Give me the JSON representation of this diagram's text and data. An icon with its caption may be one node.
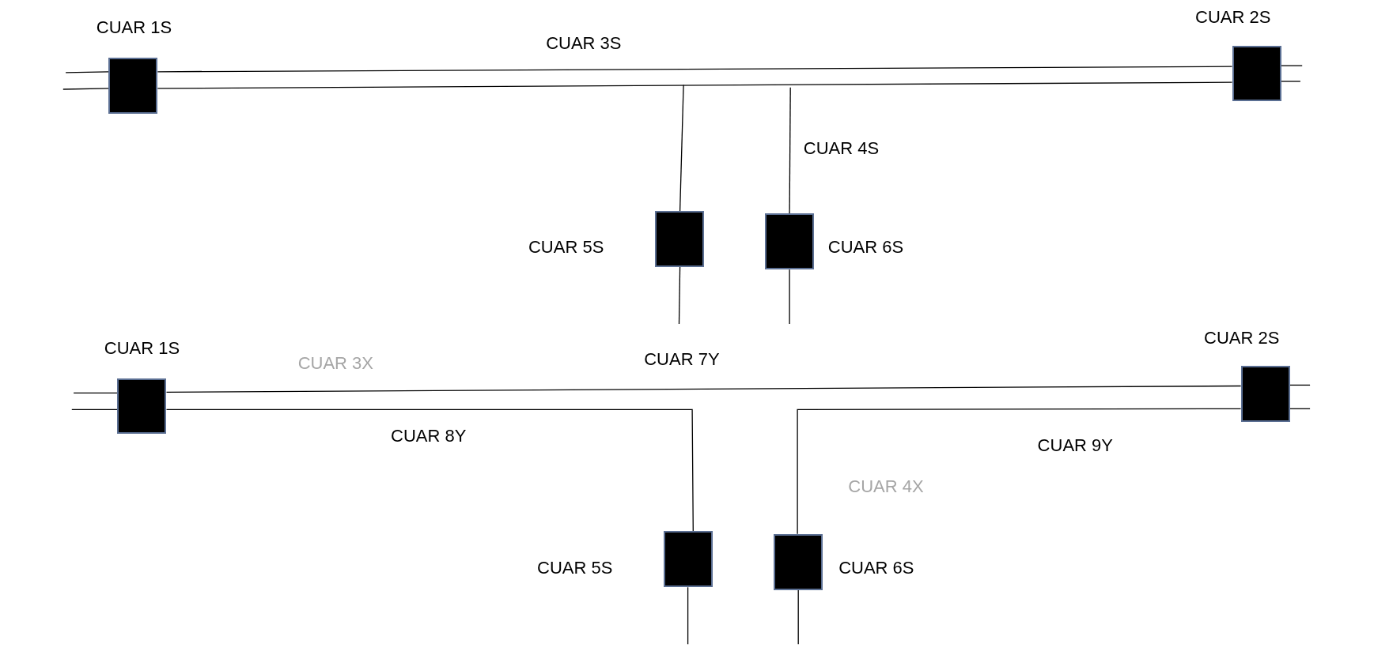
{
  "diagram": {
    "nodes": [
      {
        "text": [],
        "shape": "box",
        "beside": [
          "CUAR 1S"
        ]
      },
      {
        "text": [],
        "shape": "box",
        "beside": [
          "CUAR 2S"
        ]
      },
      {
        "text": [],
        "shape": "box",
        "beside": [
          "CUAR 5S"
        ]
      },
      {
        "text": [],
        "shape": "box",
        "beside": [
          "CUAR 6S"
        ]
      },
      {
        "text": [],
        "shape": "box",
        "beside": [
          "CUAR 1S"
        ]
      },
      {
        "text": [],
        "shape": "box",
        "beside": [
          "CUAR 2S"
        ]
      },
      {
        "text": [],
        "shape": "box",
        "beside": [
          "CUAR 5S"
        ]
      },
      {
        "text": [],
        "shape": "box",
        "beside": [
          "CUAR 6S"
        ]
      }
    ],
    "edges": [
      {
        "from": null,
        "to": 0,
        "arrow": "none"
      },
      {
        "from": null,
        "to": 0,
        "arrow": "none"
      },
      {
        "from": 0,
        "to": 1,
        "arrow": "none"
      },
      {
        "from": 0,
        "to": 1,
        "arrow": "none"
      },
      {
        "from": 1,
        "to": null,
        "arrow": "none"
      },
      {
        "from": 1,
        "to": null,
        "arrow": "none"
      },
      {
        "from": null,
        "to": 2,
        "arrow": "none"
      },
      {
        "from": 2,
        "to": null,
        "arrow": "none"
      },
      {
        "from": null,
        "to": 3,
        "arrow": "none"
      },
      {
        "from": 3,
        "to": null,
        "arrow": "none"
      },
      {
        "from": null,
        "to": 4,
        "arrow": "none"
      },
      {
        "from": null,
        "to": 4,
        "arrow": "none"
      },
      {
        "from": 4,
        "to": 5,
        "arrow": "none"
      },
      {
        "from": 4,
        "to": 6,
        "arrow": "none"
      },
      {
        "from": 5,
        "to": null,
        "arrow": "none"
      },
      {
        "from": 5,
        "to": null,
        "arrow": "none"
      },
      {
        "from": 7,
        "to": 5,
        "arrow": "none"
      },
      {
        "from": 6,
        "to": null,
        "arrow": "none"
      },
      {
        "from": 7,
        "to": null,
        "arrow": "none"
      }
    ],
    "labels": [
      "CUAR 3S",
      "CUAR 4S",
      "CUAR 3X",
      "CUAR 7Y",
      "CUAR 8Y",
      "CUAR 4X",
      "CUAR 9Y"
    ]
  }
}
